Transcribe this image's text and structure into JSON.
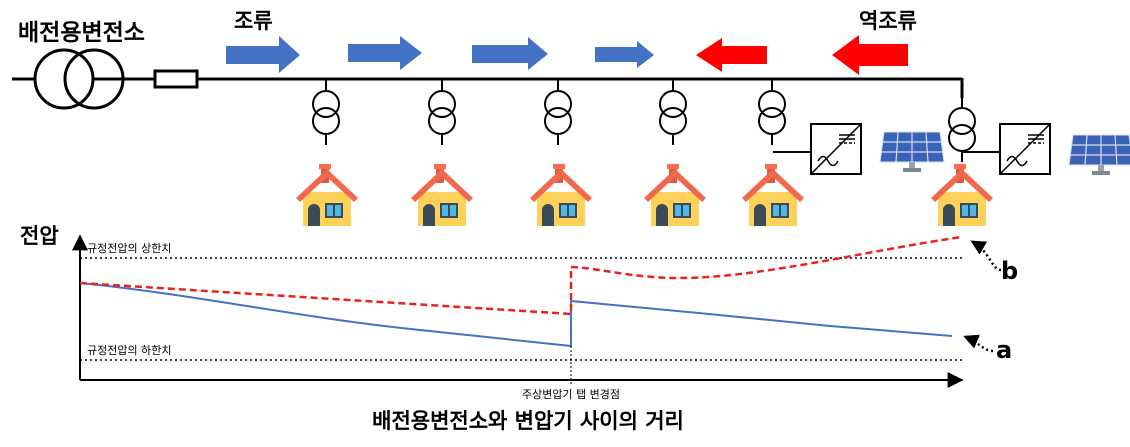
{
  "title": "배전용변전소",
  "flow_forward_label": "조류",
  "flow_reverse_label": "역조류",
  "axis": {
    "y_label": "전압",
    "x_label": "배전용변전소와 변압기 사이의 거리",
    "upper_limit_label": "규정전압의 상한치",
    "lower_limit_label": "규정전압의 하한치",
    "tap_change_label": "주상변압기 탭 변경점"
  },
  "curve_labels": {
    "a": "a",
    "b": "b"
  },
  "colors": {
    "forward_arrow": "#4472c4",
    "reverse_arrow": "#ff0000",
    "curve_a": "#4472c4",
    "curve_b": "#e8231f",
    "house_roof": "#f0694c",
    "house_wall": "#fdd15a",
    "house_door": "#3a4a57",
    "house_window": "#4fb8e8",
    "solar_panel": "#3a62b8"
  },
  "icons": [
    "transformer-icon",
    "resistor-icon",
    "pole-transformer-icon",
    "house-icon",
    "inverter-icon",
    "solar-panel-icon",
    "arrow-icon"
  ]
}
